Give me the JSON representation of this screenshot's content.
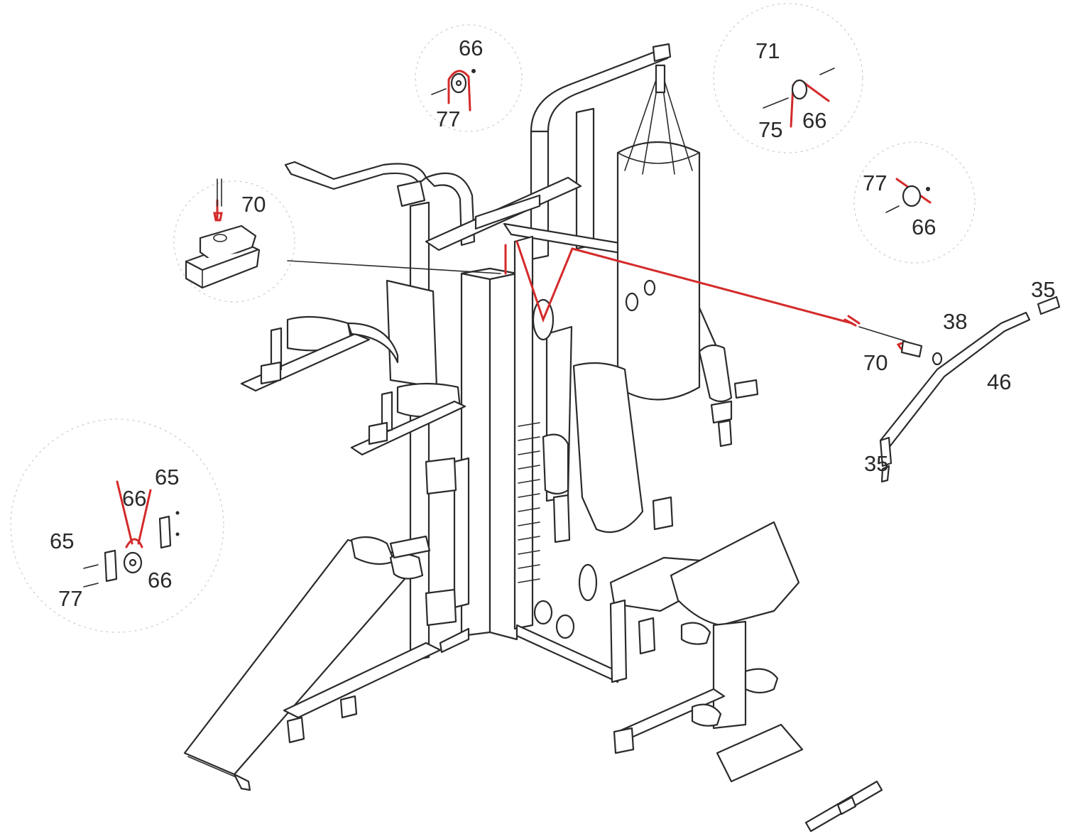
{
  "colors": {
    "line": "#2b2b2b",
    "cable": "#d42a2a",
    "label": "#2a2a2a",
    "background": "#ffffff"
  },
  "callouts": [
    {
      "id": "top-center-66",
      "text": "66"
    },
    {
      "id": "top-center-77",
      "text": "77"
    },
    {
      "id": "top-right-71",
      "text": "71"
    },
    {
      "id": "top-right-75",
      "text": "75"
    },
    {
      "id": "top-right-66",
      "text": "66"
    },
    {
      "id": "right-77",
      "text": "77"
    },
    {
      "id": "right-66",
      "text": "66"
    },
    {
      "id": "weight-70",
      "text": "70"
    },
    {
      "id": "bar-35-top",
      "text": "35"
    },
    {
      "id": "bar-38",
      "text": "38"
    },
    {
      "id": "bar-70",
      "text": "70"
    },
    {
      "id": "bar-46",
      "text": "46"
    },
    {
      "id": "bar-35-bottom",
      "text": "35"
    },
    {
      "id": "left-65-top",
      "text": "65"
    },
    {
      "id": "left-66-top",
      "text": "66"
    },
    {
      "id": "left-65-side",
      "text": "65"
    },
    {
      "id": "left-66-bottom",
      "text": "66"
    },
    {
      "id": "left-77",
      "text": "77"
    }
  ]
}
